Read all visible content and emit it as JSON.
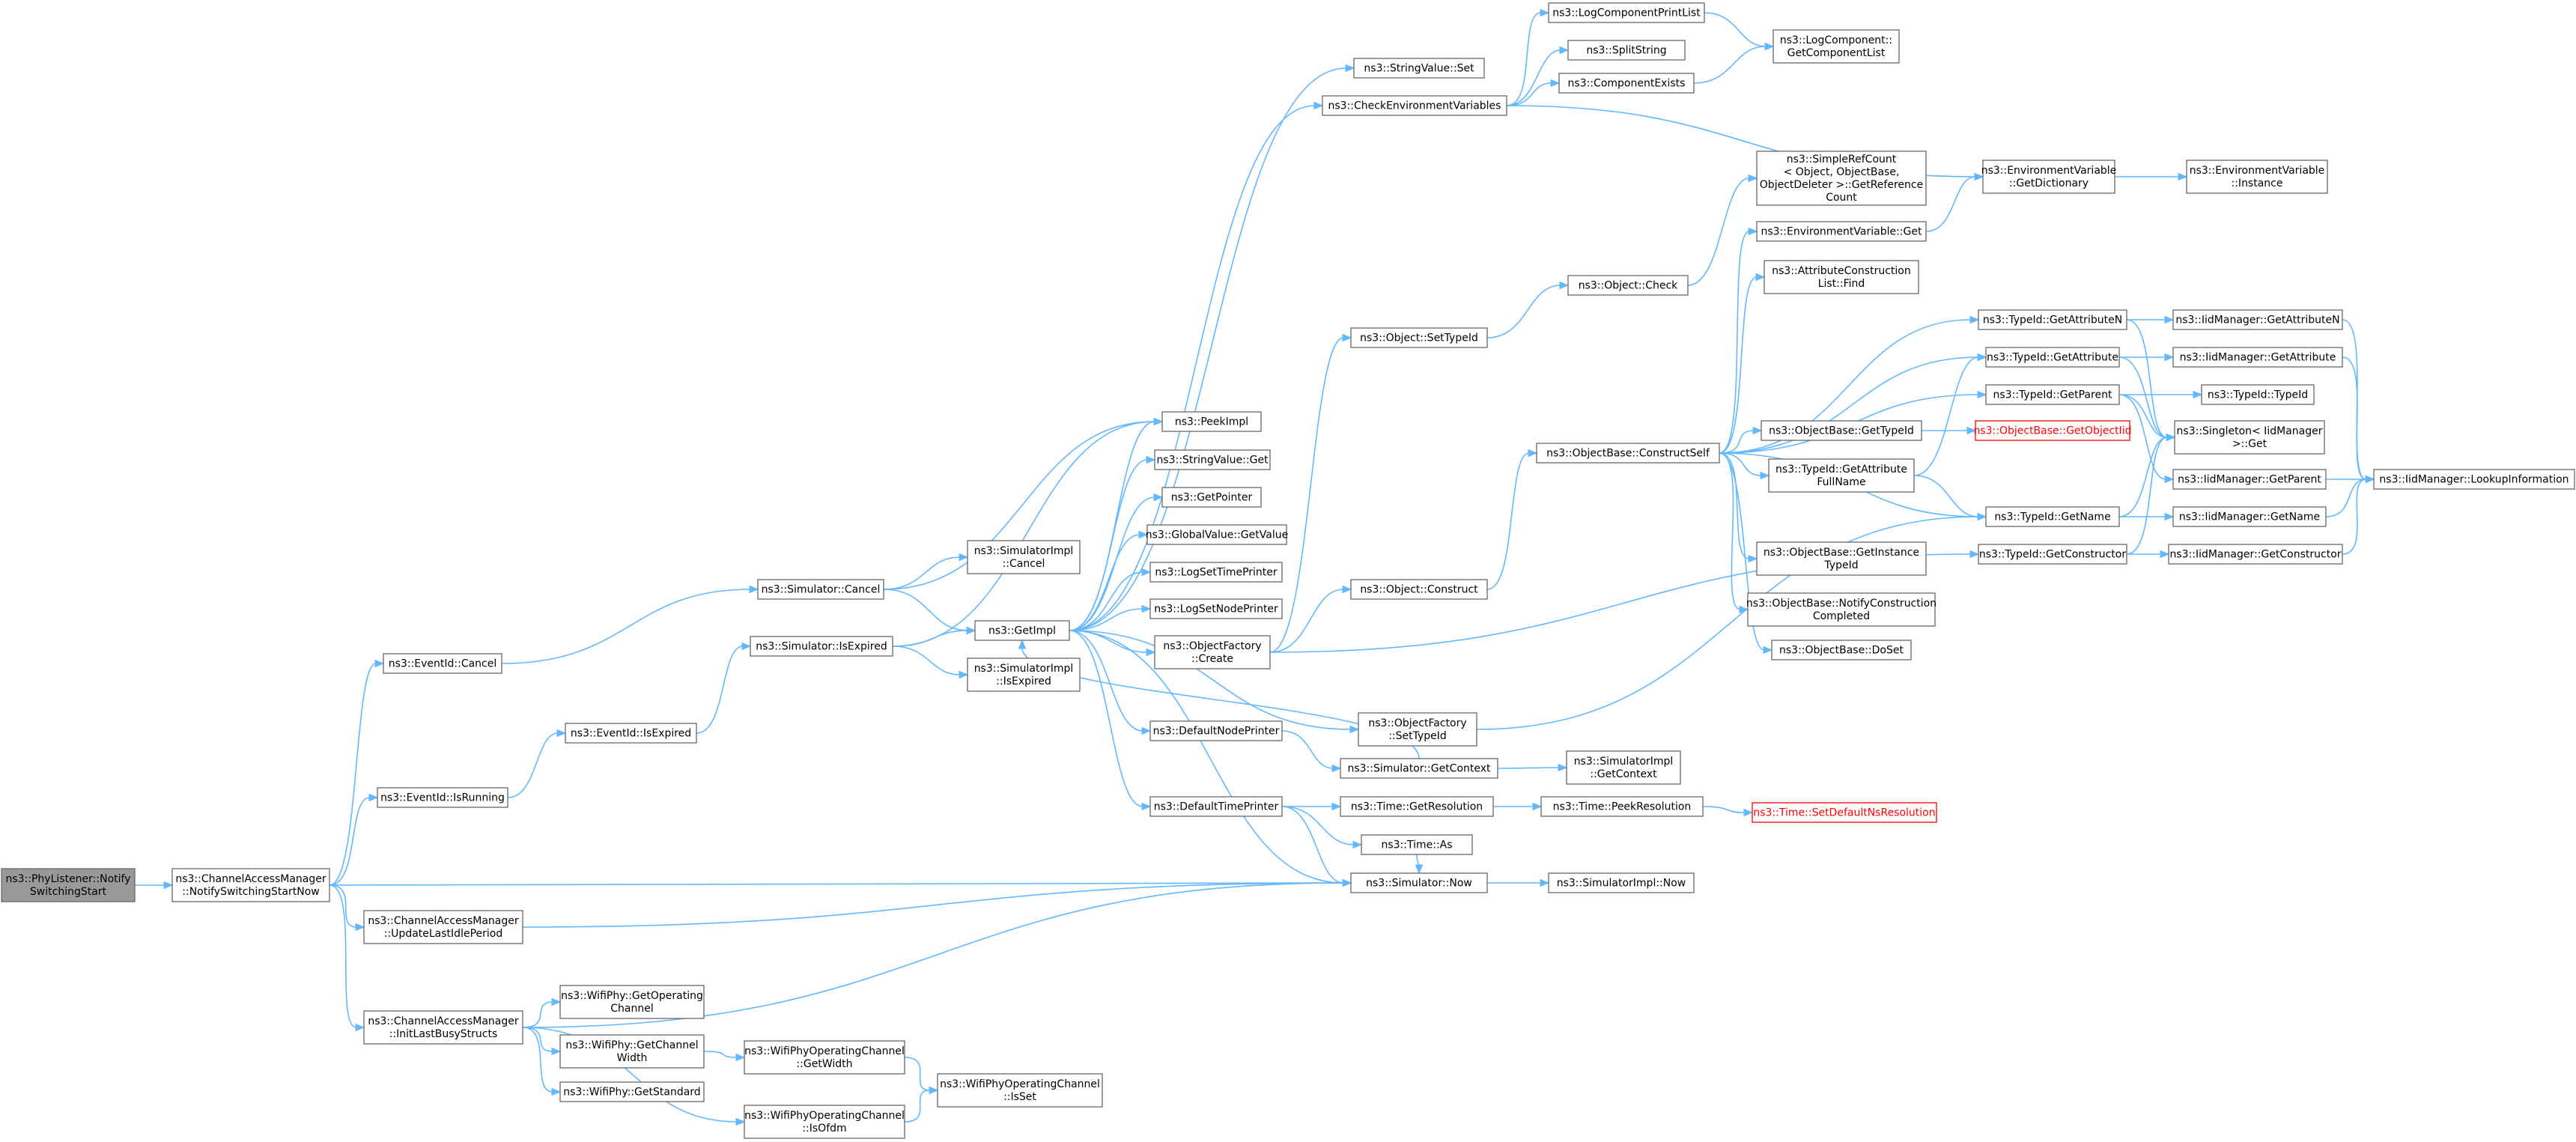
{
  "colors": {
    "edge": "#63b8ff",
    "node_border": "#666666",
    "root_fill": "#999999",
    "highlight": "#ff0000"
  },
  "nodes": [
    {
      "id": "PhyListener_NotifySwitchingStart",
      "lines": [
        "ns3::PhyListener::Notify",
        "SwitchingStart"
      ],
      "style": "root"
    },
    {
      "id": "CAM_NotifySwitchingStartNow",
      "lines": [
        "ns3::ChannelAccessManager",
        "::NotifySwitchingStartNow"
      ]
    },
    {
      "id": "EventId_Cancel",
      "lines": [
        "ns3::EventId::Cancel"
      ]
    },
    {
      "id": "EventId_IsRunning",
      "lines": [
        "ns3::EventId::IsRunning"
      ]
    },
    {
      "id": "CAM_UpdateLastIdlePeriod",
      "lines": [
        "ns3::ChannelAccessManager",
        "::UpdateLastIdlePeriod"
      ]
    },
    {
      "id": "CAM_InitLastBusyStructs",
      "lines": [
        "ns3::ChannelAccessManager",
        "::InitLastBusyStructs"
      ]
    },
    {
      "id": "EventId_IsExpired",
      "lines": [
        "ns3::EventId::IsExpired"
      ]
    },
    {
      "id": "Simulator_Cancel",
      "lines": [
        "ns3::Simulator::Cancel"
      ]
    },
    {
      "id": "Simulator_IsExpired",
      "lines": [
        "ns3::Simulator::IsExpired"
      ]
    },
    {
      "id": "SimulatorImpl_Cancel",
      "lines": [
        "ns3::SimulatorImpl",
        "::Cancel"
      ]
    },
    {
      "id": "GetImpl",
      "lines": [
        "ns3::GetImpl"
      ]
    },
    {
      "id": "SimulatorImpl_IsExpired",
      "lines": [
        "ns3::SimulatorImpl",
        "::IsExpired"
      ]
    },
    {
      "id": "PeekImpl",
      "lines": [
        "ns3::PeekImpl"
      ]
    },
    {
      "id": "StringValue_Get",
      "lines": [
        "ns3::StringValue::Get"
      ]
    },
    {
      "id": "GetPointer",
      "lines": [
        "ns3::GetPointer"
      ]
    },
    {
      "id": "GlobalValue_GetValue",
      "lines": [
        "ns3::GlobalValue::GetValue"
      ]
    },
    {
      "id": "LogSetTimePrinter",
      "lines": [
        "ns3::LogSetTimePrinter"
      ]
    },
    {
      "id": "LogSetNodePrinter",
      "lines": [
        "ns3::LogSetNodePrinter"
      ]
    },
    {
      "id": "ObjectFactory_Create",
      "lines": [
        "ns3::ObjectFactory",
        "::Create"
      ]
    },
    {
      "id": "DefaultNodePrinter",
      "lines": [
        "ns3::DefaultNodePrinter"
      ]
    },
    {
      "id": "DefaultTimePrinter",
      "lines": [
        "ns3::DefaultTimePrinter"
      ]
    },
    {
      "id": "StringValue_Set",
      "lines": [
        "ns3::StringValue::Set"
      ]
    },
    {
      "id": "CheckEnvironmentVariables",
      "lines": [
        "ns3::CheckEnvironmentVariables"
      ]
    },
    {
      "id": "Object_SetTypeId",
      "lines": [
        "ns3::Object::SetTypeId"
      ]
    },
    {
      "id": "Object_Construct",
      "lines": [
        "ns3::Object::Construct"
      ]
    },
    {
      "id": "ObjectFactory_SetTypeId",
      "lines": [
        "ns3::ObjectFactory",
        "::SetTypeId"
      ]
    },
    {
      "id": "Simulator_GetContext",
      "lines": [
        "ns3::Simulator::GetContext"
      ]
    },
    {
      "id": "Time_GetResolution",
      "lines": [
        "ns3::Time::GetResolution"
      ]
    },
    {
      "id": "Time_As",
      "lines": [
        "ns3::Time::As"
      ]
    },
    {
      "id": "Simulator_Now",
      "lines": [
        "ns3::Simulator::Now"
      ]
    },
    {
      "id": "WifiPhy_GetOperatingChannel",
      "lines": [
        "ns3::WifiPhy::GetOperating",
        "Channel"
      ]
    },
    {
      "id": "WifiPhy_GetChannelWidth",
      "lines": [
        "ns3::WifiPhy::GetChannel",
        "Width"
      ]
    },
    {
      "id": "WifiPhy_GetStandard",
      "lines": [
        "ns3::WifiPhy::GetStandard"
      ]
    },
    {
      "id": "WPOC_GetWidth",
      "lines": [
        "ns3::WifiPhyOperatingChannel",
        "::GetWidth"
      ]
    },
    {
      "id": "WPOC_IsOfdm",
      "lines": [
        "ns3::WifiPhyOperatingChannel",
        "::IsOfdm"
      ]
    },
    {
      "id": "WPOC_IsSet",
      "lines": [
        "ns3::WifiPhyOperatingChannel",
        "::IsSet"
      ]
    },
    {
      "id": "LogComponentPrintList",
      "lines": [
        "ns3::LogComponentPrintList"
      ]
    },
    {
      "id": "SplitString",
      "lines": [
        "ns3::SplitString"
      ]
    },
    {
      "id": "ComponentExists",
      "lines": [
        "ns3::ComponentExists"
      ]
    },
    {
      "id": "Object_Check",
      "lines": [
        "ns3::Object::Check"
      ]
    },
    {
      "id": "ObjectBase_ConstructSelf",
      "lines": [
        "ns3::ObjectBase::ConstructSelf"
      ]
    },
    {
      "id": "SimulatorImpl_GetContext",
      "lines": [
        "ns3::SimulatorImpl",
        "::GetContext"
      ]
    },
    {
      "id": "Time_PeekResolution",
      "lines": [
        "ns3::Time::PeekResolution"
      ]
    },
    {
      "id": "SimulatorImpl_Now",
      "lines": [
        "ns3::SimulatorImpl::Now"
      ]
    },
    {
      "id": "LogComponent_GetComponentList",
      "lines": [
        "ns3::LogComponent::",
        "GetComponentList"
      ]
    },
    {
      "id": "SimpleRefCount_GetReferenceCount",
      "lines": [
        "ns3::SimpleRefCount",
        "< Object, ObjectBase,",
        "ObjectDeleter >::GetReference",
        "Count"
      ]
    },
    {
      "id": "EnvironmentVariable_Get",
      "lines": [
        "ns3::EnvironmentVariable::Get"
      ]
    },
    {
      "id": "AttributeConstructionList_Find",
      "lines": [
        "ns3::AttributeConstruction",
        "List::Find"
      ]
    },
    {
      "id": "ObjectBase_GetTypeId",
      "lines": [
        "ns3::ObjectBase::GetTypeId"
      ]
    },
    {
      "id": "TypeId_GetAttributeFullName",
      "lines": [
        "ns3::TypeId::GetAttribute",
        "FullName"
      ]
    },
    {
      "id": "ObjectBase_GetInstanceTypeId",
      "lines": [
        "ns3::ObjectBase::GetInstance",
        "TypeId"
      ]
    },
    {
      "id": "ObjectBase_NotifyConstructionCompleted",
      "lines": [
        "ns3::ObjectBase::NotifyConstruction",
        "Completed"
      ]
    },
    {
      "id": "ObjectBase_DoSet",
      "lines": [
        "ns3::ObjectBase::DoSet"
      ]
    },
    {
      "id": "Time_SetDefaultNsResolution",
      "lines": [
        "ns3::Time::SetDefaultNsResolution"
      ],
      "style": "red"
    },
    {
      "id": "EnvironmentVariable_GetDictionary",
      "lines": [
        "ns3::EnvironmentVariable",
        "::GetDictionary"
      ]
    },
    {
      "id": "TypeId_GetAttributeN",
      "lines": [
        "ns3::TypeId::GetAttributeN"
      ]
    },
    {
      "id": "TypeId_GetAttribute",
      "lines": [
        "ns3::TypeId::GetAttribute"
      ]
    },
    {
      "id": "TypeId_GetParent",
      "lines": [
        "ns3::TypeId::GetParent"
      ]
    },
    {
      "id": "ObjectBase_GetObjectIid",
      "lines": [
        "ns3::ObjectBase::GetObjectIid"
      ],
      "style": "red"
    },
    {
      "id": "TypeId_GetName",
      "lines": [
        "ns3::TypeId::GetName"
      ]
    },
    {
      "id": "TypeId_GetConstructor",
      "lines": [
        "ns3::TypeId::GetConstructor"
      ]
    },
    {
      "id": "EnvironmentVariable_Instance",
      "lines": [
        "ns3::EnvironmentVariable",
        "::Instance"
      ]
    },
    {
      "id": "IidManager_GetAttributeN",
      "lines": [
        "ns3::IidManager::GetAttributeN"
      ]
    },
    {
      "id": "IidManager_GetAttribute",
      "lines": [
        "ns3::IidManager::GetAttribute"
      ]
    },
    {
      "id": "TypeId_TypeId",
      "lines": [
        "ns3::TypeId::TypeId"
      ]
    },
    {
      "id": "Singleton_IidManager_Get",
      "lines": [
        "ns3::Singleton< IidManager",
        ">::Get"
      ]
    },
    {
      "id": "IidManager_GetParent",
      "lines": [
        "ns3::IidManager::GetParent"
      ]
    },
    {
      "id": "IidManager_GetName",
      "lines": [
        "ns3::IidManager::GetName"
      ]
    },
    {
      "id": "IidManager_GetConstructor",
      "lines": [
        "ns3::IidManager::GetConstructor"
      ]
    },
    {
      "id": "IidManager_LookupInformation",
      "lines": [
        "ns3::IidManager::LookupInformation"
      ]
    }
  ],
  "edges": [
    [
      "PhyListener_NotifySwitchingStart",
      "CAM_NotifySwitchingStartNow"
    ],
    [
      "CAM_NotifySwitchingStartNow",
      "EventId_Cancel"
    ],
    [
      "CAM_NotifySwitchingStartNow",
      "EventId_IsRunning"
    ],
    [
      "CAM_NotifySwitchingStartNow",
      "Simulator_Now"
    ],
    [
      "CAM_NotifySwitchingStartNow",
      "CAM_UpdateLastIdlePeriod"
    ],
    [
      "CAM_NotifySwitchingStartNow",
      "CAM_InitLastBusyStructs"
    ],
    [
      "EventId_Cancel",
      "Simulator_Cancel"
    ],
    [
      "EventId_IsRunning",
      "EventId_IsExpired"
    ],
    [
      "EventId_IsExpired",
      "Simulator_IsExpired"
    ],
    [
      "Simulator_Cancel",
      "SimulatorImpl_Cancel"
    ],
    [
      "Simulator_Cancel",
      "GetImpl"
    ],
    [
      "Simulator_Cancel",
      "PeekImpl"
    ],
    [
      "Simulator_IsExpired",
      "GetImpl"
    ],
    [
      "Simulator_IsExpired",
      "SimulatorImpl_IsExpired"
    ],
    [
      "Simulator_IsExpired",
      "PeekImpl"
    ],
    [
      "GetImpl",
      "PeekImpl"
    ],
    [
      "GetImpl",
      "StringValue_Get"
    ],
    [
      "GetImpl",
      "GetPointer"
    ],
    [
      "GetImpl",
      "GlobalValue_GetValue"
    ],
    [
      "GetImpl",
      "LogSetTimePrinter"
    ],
    [
      "GetImpl",
      "LogSetNodePrinter"
    ],
    [
      "GetImpl",
      "ObjectFactory_Create"
    ],
    [
      "GetImpl",
      "DefaultNodePrinter"
    ],
    [
      "GetImpl",
      "DefaultTimePrinter"
    ],
    [
      "GetImpl",
      "ObjectFactory_SetTypeId"
    ],
    [
      "GetImpl",
      "Simulator_Now"
    ],
    [
      "GetImpl",
      "StringValue_Set"
    ],
    [
      "GetImpl",
      "CheckEnvironmentVariables"
    ],
    [
      "ObjectFactory_Create",
      "Object_SetTypeId"
    ],
    [
      "ObjectFactory_Create",
      "Object_Construct"
    ],
    [
      "ObjectFactory_Create",
      "TypeId_GetConstructor"
    ],
    [
      "DefaultNodePrinter",
      "Simulator_GetContext"
    ],
    [
      "DefaultTimePrinter",
      "Time_GetResolution"
    ],
    [
      "DefaultTimePrinter",
      "Time_As"
    ],
    [
      "DefaultTimePrinter",
      "Simulator_Now"
    ],
    [
      "ObjectFactory_SetTypeId",
      "TypeId_GetName"
    ],
    [
      "Simulator_GetContext",
      "SimulatorImpl_GetContext"
    ],
    [
      "Simulator_GetContext",
      "GetImpl"
    ],
    [
      "Time_GetResolution",
      "Time_PeekResolution"
    ],
    [
      "Time_PeekResolution",
      "Time_SetDefaultNsResolution"
    ],
    [
      "Time_As",
      "Simulator_Now"
    ],
    [
      "Simulator_Now",
      "SimulatorImpl_Now"
    ],
    [
      "CAM_UpdateLastIdlePeriod",
      "Simulator_Now"
    ],
    [
      "CAM_InitLastBusyStructs",
      "Simulator_Now"
    ],
    [
      "CAM_InitLastBusyStructs",
      "WifiPhy_GetOperatingChannel"
    ],
    [
      "CAM_InitLastBusyStructs",
      "WifiPhy_GetChannelWidth"
    ],
    [
      "CAM_InitLastBusyStructs",
      "WifiPhy_GetStandard"
    ],
    [
      "CAM_InitLastBusyStructs",
      "WPOC_IsOfdm"
    ],
    [
      "WifiPhy_GetChannelWidth",
      "WPOC_GetWidth"
    ],
    [
      "WPOC_GetWidth",
      "WPOC_IsSet"
    ],
    [
      "WPOC_IsOfdm",
      "WPOC_IsSet"
    ],
    [
      "CheckEnvironmentVariables",
      "LogComponentPrintList"
    ],
    [
      "CheckEnvironmentVariables",
      "SplitString"
    ],
    [
      "CheckEnvironmentVariables",
      "ComponentExists"
    ],
    [
      "CheckEnvironmentVariables",
      "EnvironmentVariable_GetDictionary"
    ],
    [
      "LogComponentPrintList",
      "LogComponent_GetComponentList"
    ],
    [
      "ComponentExists",
      "LogComponent_GetComponentList"
    ],
    [
      "Object_SetTypeId",
      "Object_Check"
    ],
    [
      "Object_Check",
      "SimpleRefCount_GetReferenceCount"
    ],
    [
      "Object_Construct",
      "ObjectBase_ConstructSelf"
    ],
    [
      "ObjectBase_ConstructSelf",
      "EnvironmentVariable_Get"
    ],
    [
      "ObjectBase_ConstructSelf",
      "AttributeConstructionList_Find"
    ],
    [
      "ObjectBase_ConstructSelf",
      "TypeId_GetAttributeN"
    ],
    [
      "ObjectBase_ConstructSelf",
      "TypeId_GetAttribute"
    ],
    [
      "ObjectBase_ConstructSelf",
      "TypeId_GetParent"
    ],
    [
      "ObjectBase_ConstructSelf",
      "ObjectBase_GetTypeId"
    ],
    [
      "ObjectBase_ConstructSelf",
      "TypeId_GetAttributeFullName"
    ],
    [
      "ObjectBase_ConstructSelf",
      "TypeId_GetName"
    ],
    [
      "ObjectBase_ConstructSelf",
      "ObjectBase_GetInstanceTypeId"
    ],
    [
      "ObjectBase_ConstructSelf",
      "ObjectBase_NotifyConstructionCompleted"
    ],
    [
      "ObjectBase_ConstructSelf",
      "ObjectBase_DoSet"
    ],
    [
      "EnvironmentVariable_Get",
      "EnvironmentVariable_GetDictionary"
    ],
    [
      "EnvironmentVariable_GetDictionary",
      "EnvironmentVariable_Instance"
    ],
    [
      "ObjectBase_GetTypeId",
      "ObjectBase_GetObjectIid"
    ],
    [
      "TypeId_GetAttributeFullName",
      "TypeId_GetAttribute"
    ],
    [
      "TypeId_GetAttributeFullName",
      "TypeId_GetName"
    ],
    [
      "TypeId_GetAttributeN",
      "IidManager_GetAttributeN"
    ],
    [
      "TypeId_GetAttributeN",
      "Singleton_IidManager_Get"
    ],
    [
      "TypeId_GetAttribute",
      "IidManager_GetAttribute"
    ],
    [
      "TypeId_GetAttribute",
      "Singleton_IidManager_Get"
    ],
    [
      "TypeId_GetParent",
      "TypeId_TypeId"
    ],
    [
      "TypeId_GetParent",
      "Singleton_IidManager_Get"
    ],
    [
      "TypeId_GetParent",
      "IidManager_GetParent"
    ],
    [
      "TypeId_GetName",
      "Singleton_IidManager_Get"
    ],
    [
      "TypeId_GetName",
      "IidManager_GetName"
    ],
    [
      "TypeId_GetConstructor",
      "Singleton_IidManager_Get"
    ],
    [
      "TypeId_GetConstructor",
      "IidManager_GetConstructor"
    ],
    [
      "IidManager_GetAttributeN",
      "IidManager_LookupInformation"
    ],
    [
      "IidManager_GetAttribute",
      "IidManager_LookupInformation"
    ],
    [
      "IidManager_GetParent",
      "IidManager_LookupInformation"
    ],
    [
      "IidManager_GetName",
      "IidManager_LookupInformation"
    ],
    [
      "IidManager_GetConstructor",
      "IidManager_LookupInformation"
    ]
  ]
}
